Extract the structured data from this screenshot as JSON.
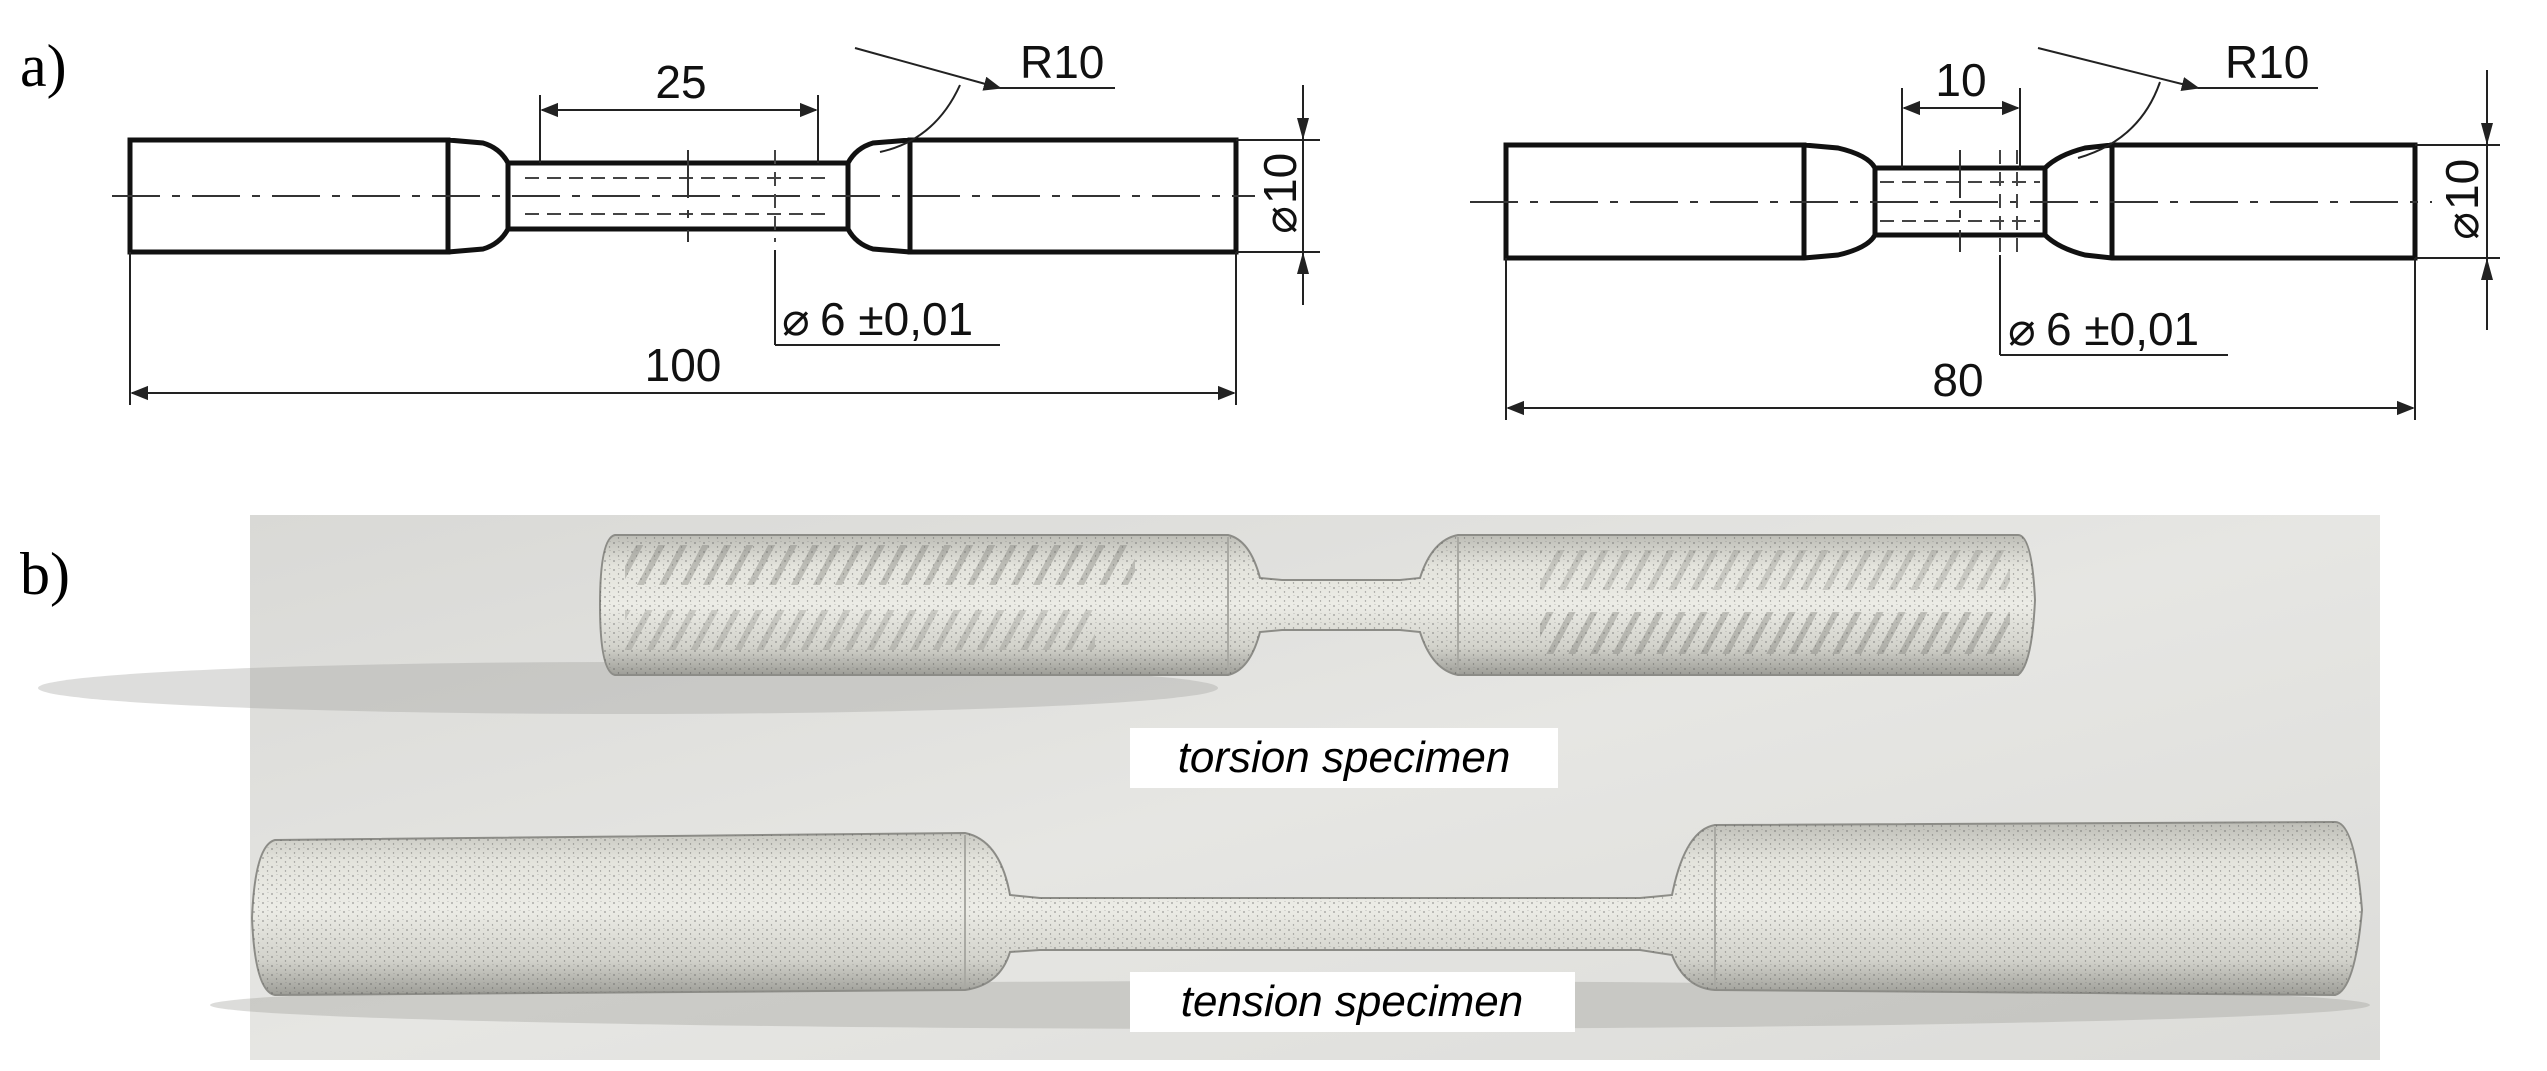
{
  "panels": {
    "a": {
      "label": "a)"
    },
    "b": {
      "label": "b)"
    }
  },
  "drawing_left": {
    "gauge_length": "25",
    "radius": "R10",
    "diameter_symbol": "⌀",
    "outer_diameter": "10",
    "gauge_diameter": "6 ±0,01",
    "overall_length": "100"
  },
  "drawing_right": {
    "gauge_length": "10",
    "radius": "R10",
    "diameter_symbol": "⌀",
    "outer_diameter": "10",
    "gauge_diameter": "6 ±0,01",
    "overall_length": "80"
  },
  "photo": {
    "torsion_caption": "torsion specimen",
    "tension_caption": "tension specimen"
  }
}
